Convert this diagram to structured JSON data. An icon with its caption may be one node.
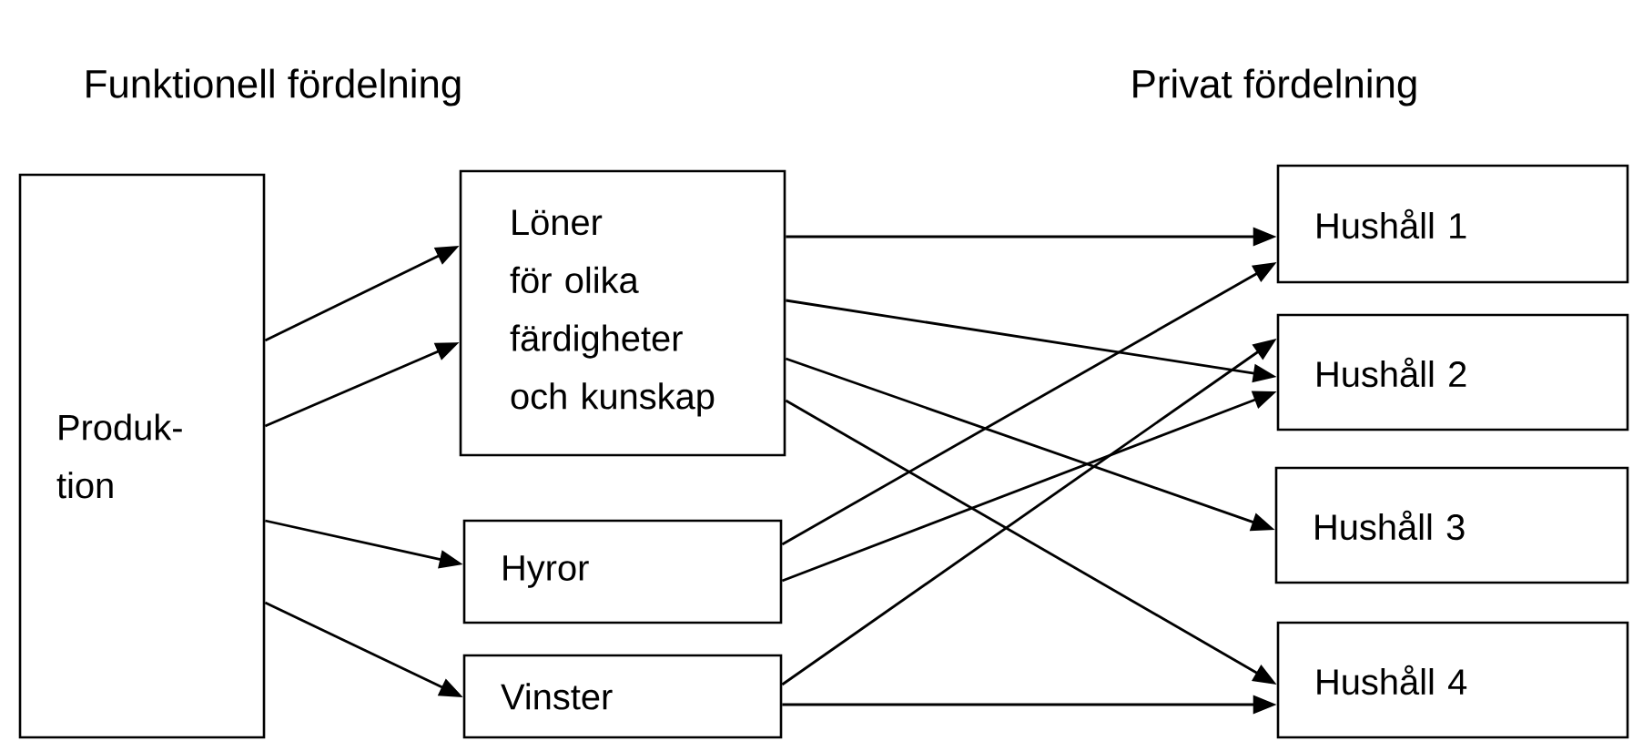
{
  "diagram": {
    "nodes": [
      {
        "text": [
          "Produk- tion"
        ]
      },
      {
        "text": [
          "Löner för olika färdigheter och kunskap"
        ]
      },
      {
        "text": [
          "Hyror"
        ]
      },
      {
        "text": [
          "Vinster"
        ]
      },
      {
        "text": [
          "Hushåll 1"
        ]
      },
      {
        "text": [
          "Hushåll 2"
        ]
      },
      {
        "text": [
          "Hushåll 3"
        ]
      },
      {
        "text": [
          "Hushåll 4"
        ]
      }
    ],
    "edges": [
      {
        "from": 0,
        "to": 1,
        "arrow": "to"
      },
      {
        "from": 0,
        "to": 1,
        "arrow": "to"
      },
      {
        "from": 0,
        "to": 2,
        "arrow": "to"
      },
      {
        "from": 0,
        "to": 3,
        "arrow": "to"
      },
      {
        "from": 1,
        "to": 4,
        "arrow": "to"
      },
      {
        "from": 1,
        "to": 5,
        "arrow": "to"
      },
      {
        "from": 1,
        "to": 6,
        "arrow": "to"
      },
      {
        "from": 1,
        "to": 7,
        "arrow": "to"
      },
      {
        "from": 2,
        "to": 4,
        "arrow": "to"
      },
      {
        "from": 2,
        "to": 5,
        "arrow": "to"
      },
      {
        "from": 3,
        "to": 5,
        "arrow": "to"
      },
      {
        "from": 3,
        "to": 7,
        "arrow": "to"
      }
    ],
    "labels": [
      "Funktionell fördelning",
      "Privat fördelning"
    ]
  }
}
